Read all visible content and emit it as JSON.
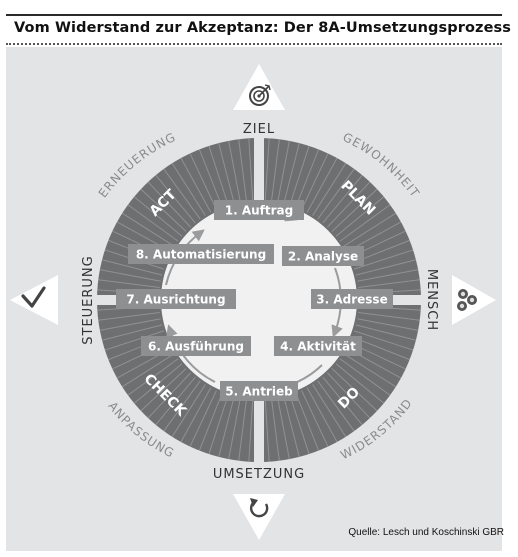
{
  "title": "Vom Widerstand zur Akzeptanz: Der 8A-Umsetzungsprozess",
  "source": "Quelle: Lesch und Koschinski GBR",
  "steps": [
    "1. Auftrag",
    "2. Analyse",
    "3. Adresse",
    "4. Aktivität",
    "5. Antrieb",
    "6. Ausführung",
    "7. Ausrichtung",
    "8. Automatisierung"
  ],
  "quadrants": {
    "plan": "PLAN",
    "do": "DO",
    "check": "CHECK",
    "act": "ACT"
  },
  "axes": {
    "top": "ZIEL",
    "right": "MENSCH",
    "bottom": "UMSETZUNG",
    "left": "STEUERUNG"
  },
  "diagonals": {
    "upper_right": "GEWOHNHEIT",
    "lower_right": "WIDERSTAND",
    "lower_left": "ANPASSUNG",
    "upper_left": "ERNEUERUNG"
  },
  "icons": {
    "top": "target-icon",
    "right": "people-icon",
    "bottom": "cycle-arrow-icon",
    "left": "steering-check-icon"
  },
  "colors": {
    "ring_dark": "#6e6f71",
    "ring_light": "#9c9d9f",
    "inner_disc": "#f1f1f2",
    "panel": "#e2e4e6",
    "label_box": "#8e8f91"
  }
}
